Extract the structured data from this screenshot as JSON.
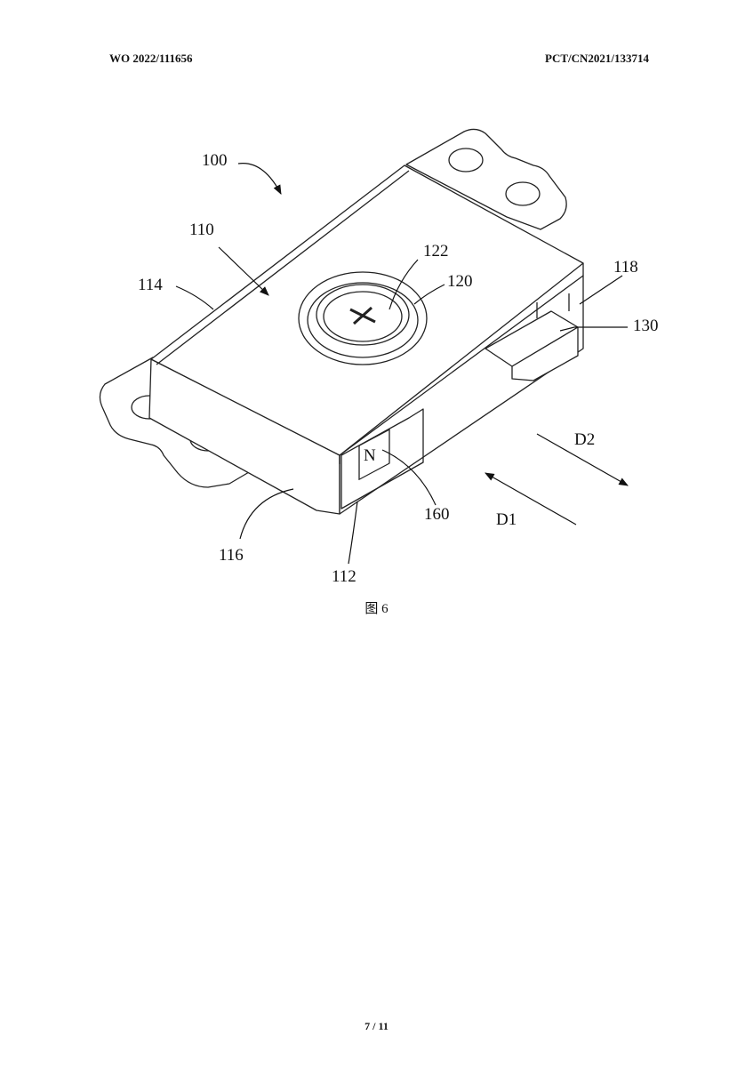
{
  "header": {
    "publication_number": "WO 2022/111656",
    "application_number": "PCT/CN2021/133714"
  },
  "figure": {
    "reference_numerals": {
      "assembly": "100",
      "housing": "110",
      "face_112": "112",
      "face_114": "114",
      "face_116": "116",
      "face_118": "118",
      "knob": "120",
      "screw": "122",
      "slider": "130",
      "magnet_marker": "160"
    },
    "directions": {
      "d1": "D1",
      "d2": "D2"
    },
    "magnet_letter": "N",
    "caption": "图 6"
  },
  "footer": {
    "page_indicator": "7 / 11"
  }
}
